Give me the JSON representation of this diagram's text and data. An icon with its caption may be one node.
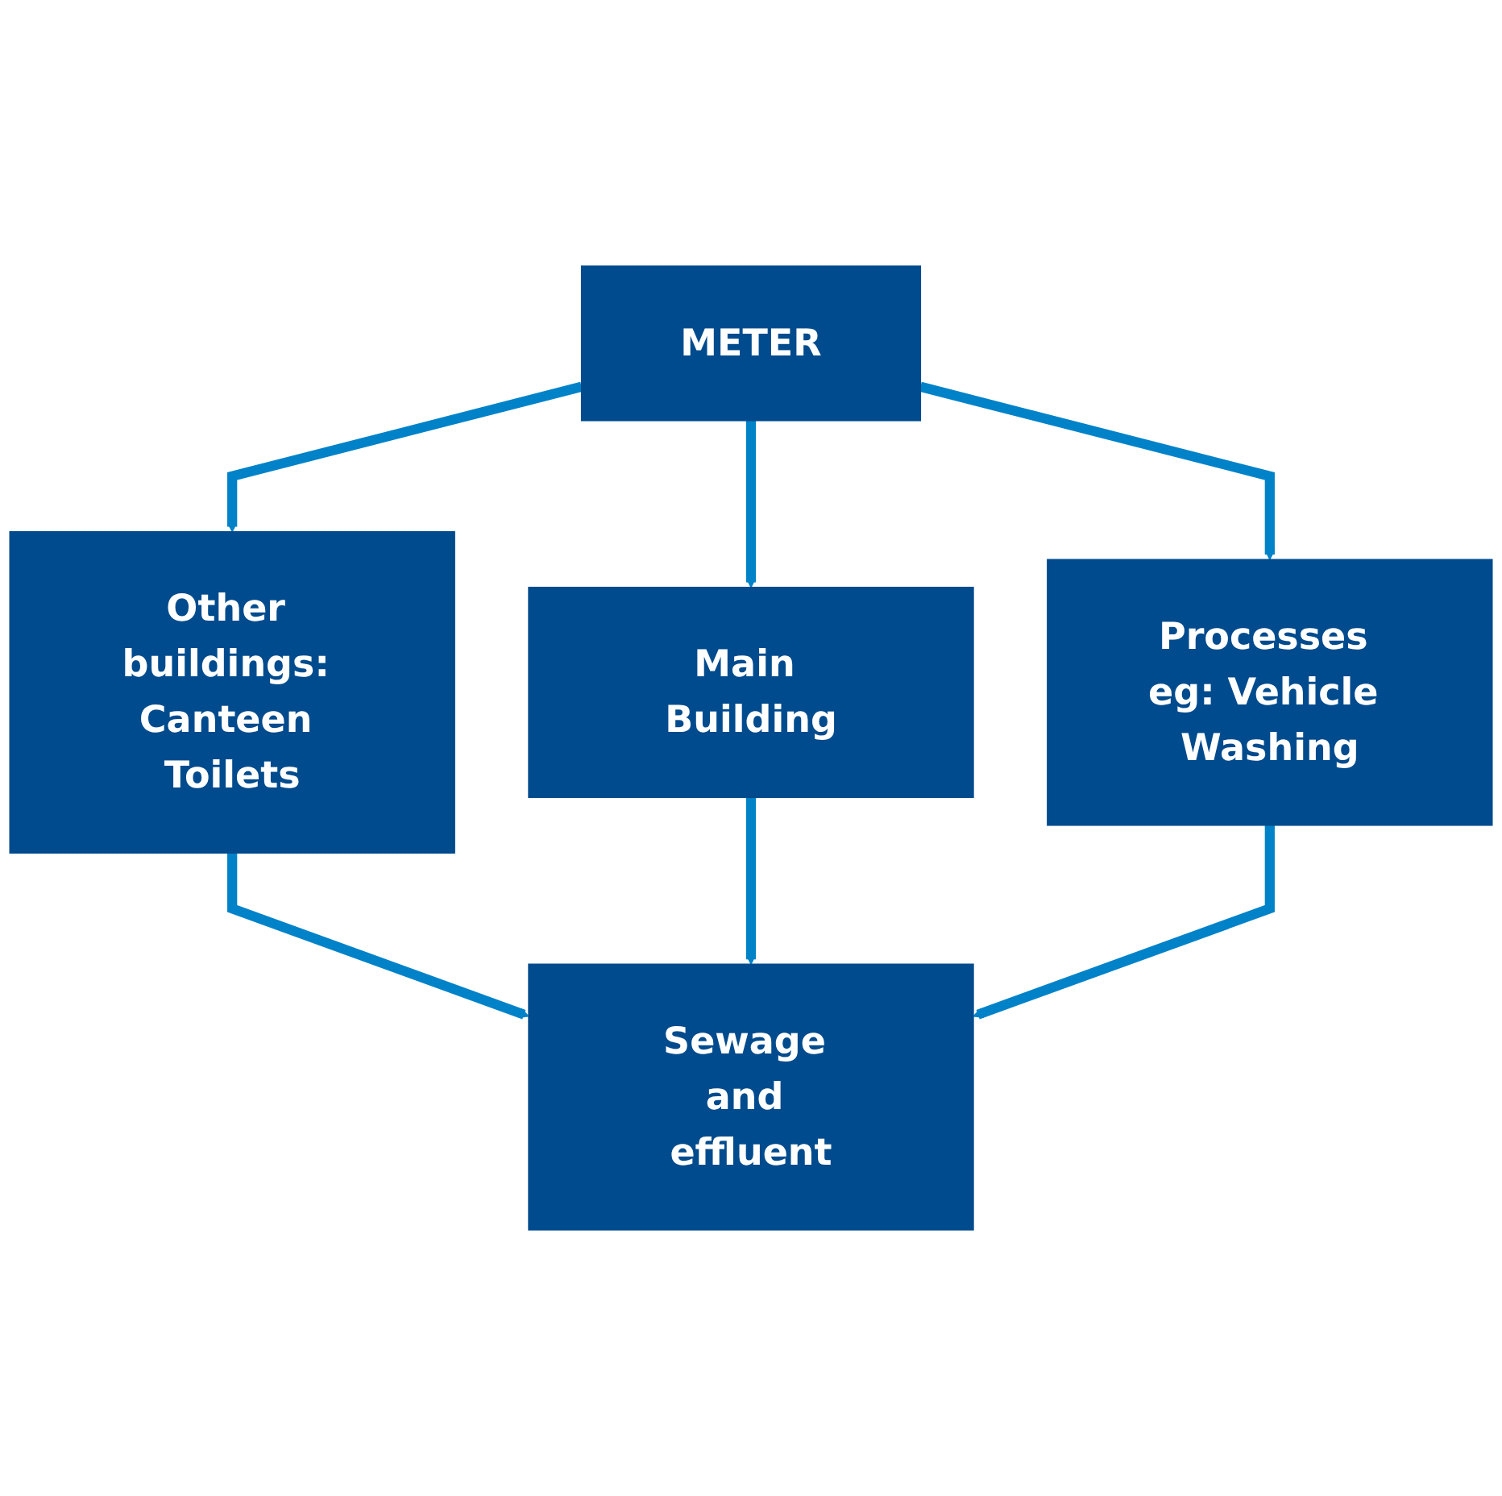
{
  "diagram": {
    "nodes": [
      {
        "text": [
          "METER"
        ]
      },
      {
        "text": [
          "Other buildings: Canteen Toilets"
        ]
      },
      {
        "text": [
          "Main Building"
        ]
      },
      {
        "text": [
          "Processes eg: Vehicle Washing"
        ]
      },
      {
        "text": [
          "Sewage and effluent"
        ]
      }
    ],
    "edges": [
      {
        "from": 0,
        "to": 1,
        "arrow": "to"
      },
      {
        "from": 0,
        "to": 2,
        "arrow": "to"
      },
      {
        "from": 0,
        "to": 3,
        "arrow": "to"
      },
      {
        "from": 1,
        "to": 4,
        "arrow": "to"
      },
      {
        "from": 2,
        "to": 4,
        "arrow": "to"
      },
      {
        "from": 3,
        "to": 4,
        "arrow": "to"
      }
    ]
  }
}
